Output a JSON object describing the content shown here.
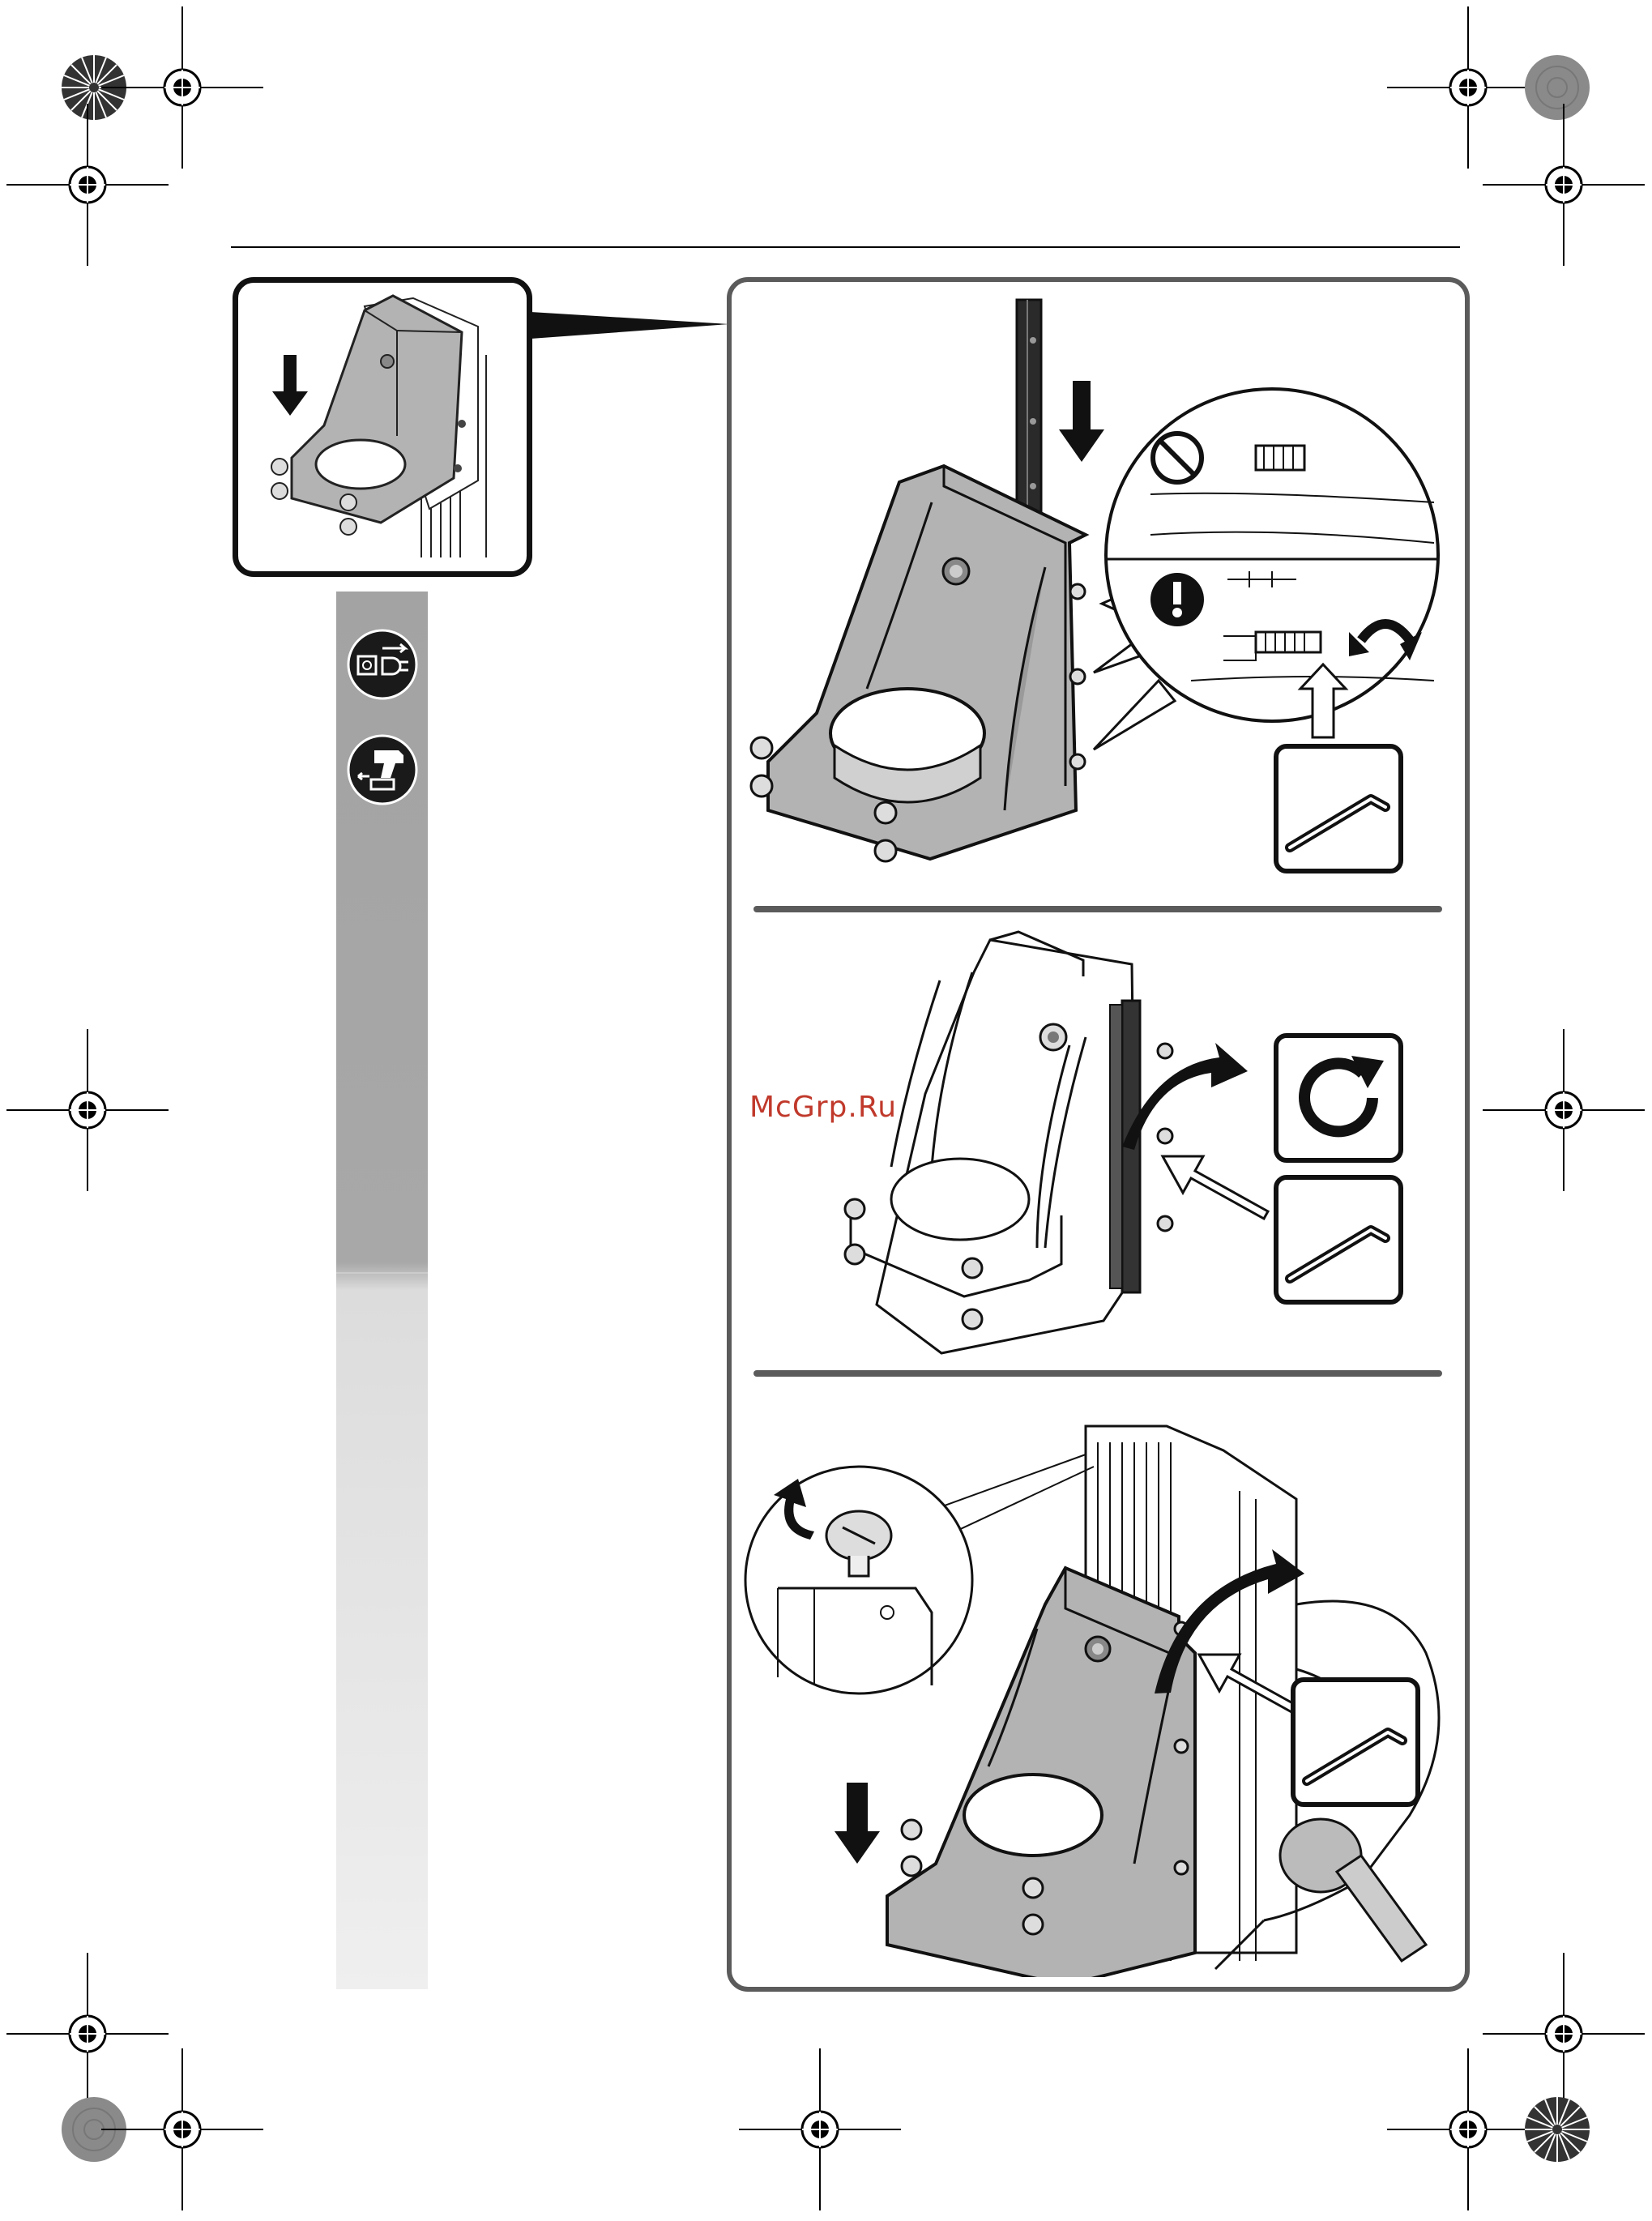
{
  "watermark": {
    "text": "McGrp.Ru",
    "color": "#c0392b"
  },
  "panels": [
    {
      "id": "step-1",
      "icons": [
        "warning-exclamation-icon",
        "prohibited-icon",
        "allen-key-icon",
        "downward-arrow-icon",
        "rotate-arrow-icon"
      ]
    },
    {
      "id": "step-2",
      "icons": [
        "rotate-clockwise-icon",
        "allen-key-icon",
        "curved-arrow-icon"
      ]
    },
    {
      "id": "step-3",
      "icons": [
        "allen-key-icon",
        "downward-arrow-icon",
        "curved-arrow-icon",
        "screw-detail-icon"
      ]
    }
  ],
  "sidebar": {
    "icons": [
      "unplug-power-icon",
      "remove-battery-drill-icon"
    ]
  },
  "colors": {
    "frame": "#5b5b5b",
    "sidebar_gray": "#a8a8a8",
    "part_gray": "#b3b3b3",
    "ink": "#111111"
  }
}
